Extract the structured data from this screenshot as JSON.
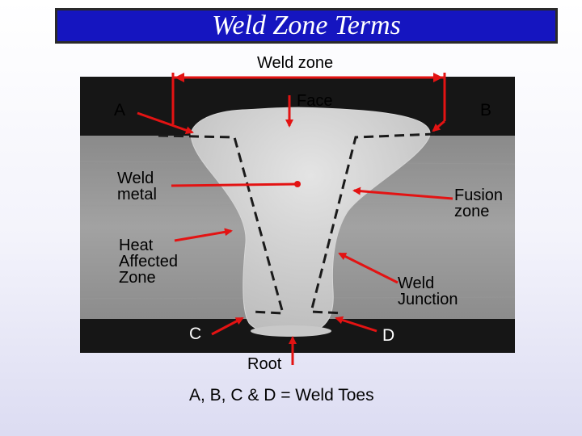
{
  "slide": {
    "title": "Weld Zone Terms"
  },
  "labels": {
    "weld_zone": "Weld zone",
    "face": "Face",
    "a": "A",
    "b": "B",
    "weld_metal_line1": "Weld",
    "weld_metal_line2": "metal",
    "fusion_zone_line1": "Fusion",
    "fusion_zone_line2": "zone",
    "haz_line1": "Heat",
    "haz_line2": "Affected",
    "haz_line3": "Zone",
    "weld_junction_line1": "Weld",
    "weld_junction_line2": "Junction",
    "c": "C",
    "d": "D",
    "root": "Root",
    "footnote": "A, B, C & D = Weld Toes"
  },
  "colors": {
    "title_bg": "#1515c0",
    "arrow": "#e31313",
    "dashed_line": "#1a1a1a"
  }
}
